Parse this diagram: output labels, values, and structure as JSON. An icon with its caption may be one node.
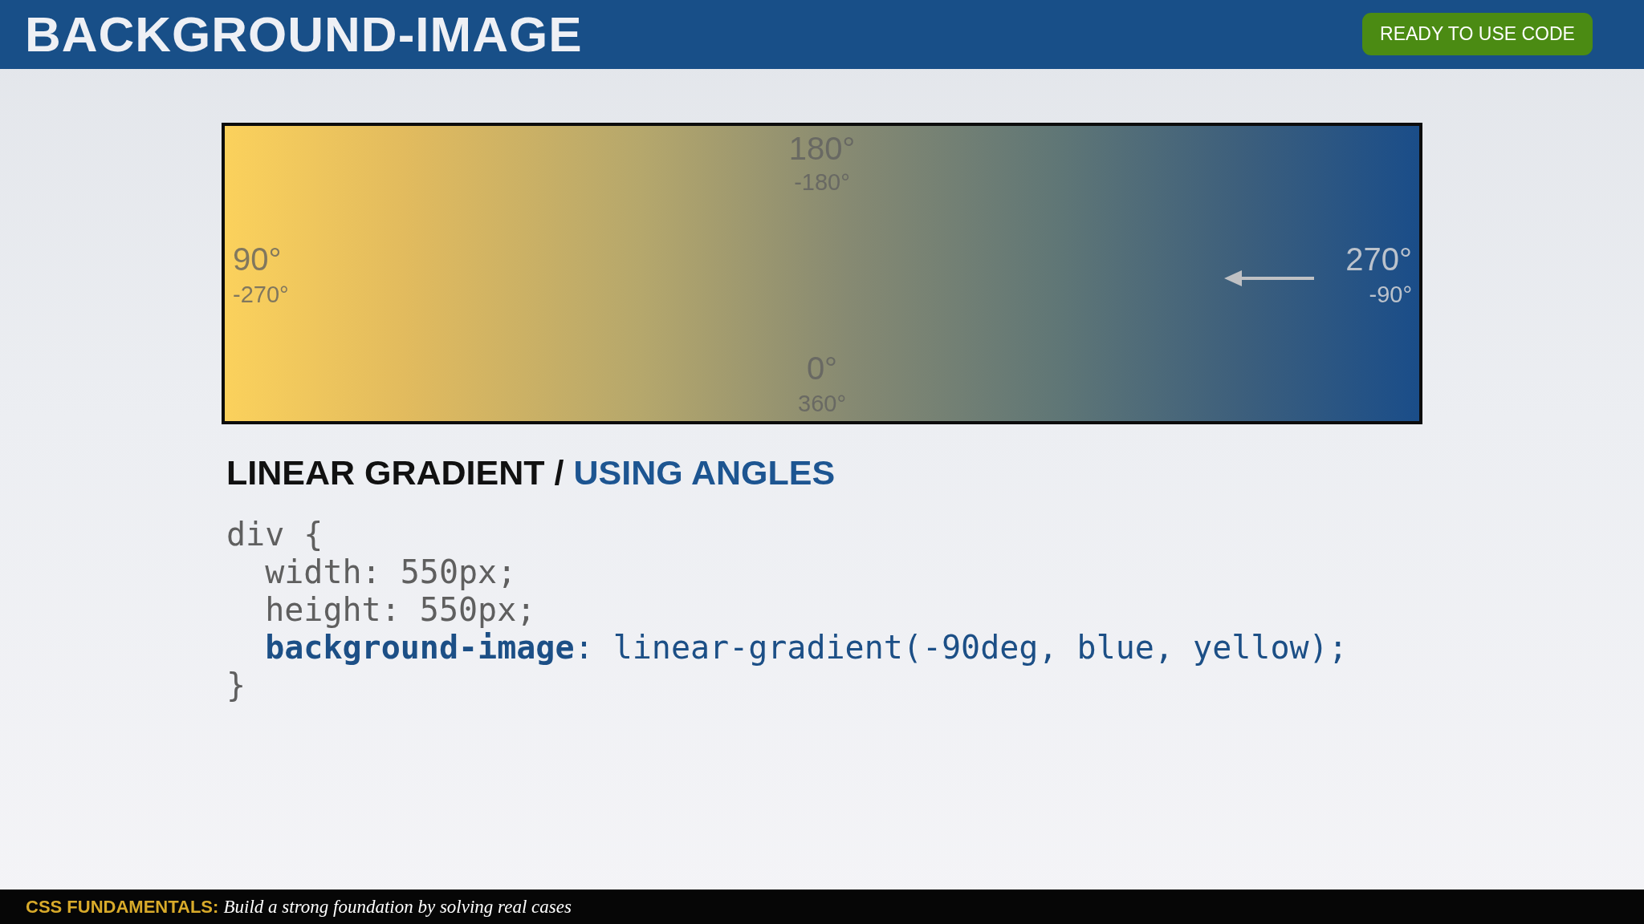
{
  "diagram": {
    "title": "BACKGROUND-IMAGE",
    "nodes": [
      {
        "text": [
          "READY TO USE CODE"
        ]
      },
      {
        "text": [
          "180°",
          "-180°",
          "90°",
          "-270°",
          "270°",
          "-90°",
          "0°",
          "360°"
        ]
      }
    ],
    "labels": [
      "LINEAR GRADIENT /",
      "USING ANGLES",
      "div {",
      "width: 550px;",
      "height: 550px;",
      "**background-image**: linear-gradient(-90deg, blue, yellow);",
      "}",
      "**CSS FUNDAMENTALS:** *Build a strong foundation by solving real cases*"
    ]
  }
}
